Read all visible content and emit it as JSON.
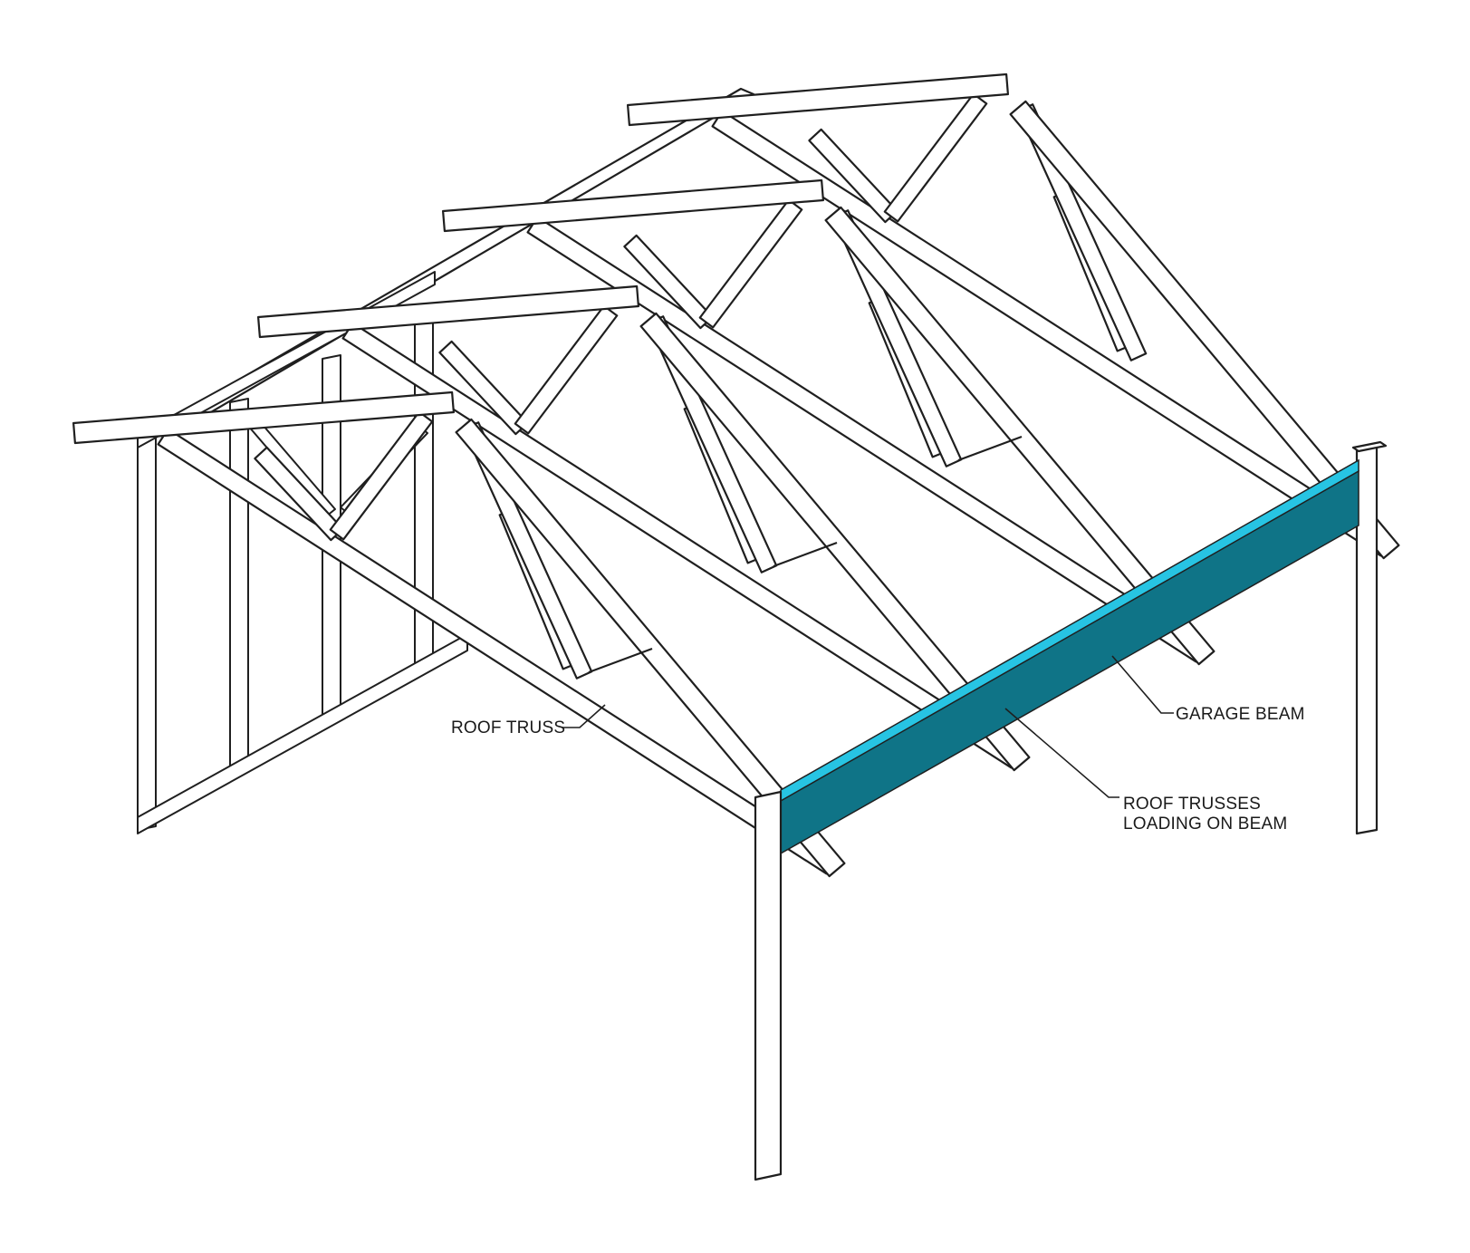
{
  "labels": {
    "roof_truss": "ROOF TRUSS",
    "garage_beam": "GARAGE BEAM",
    "roof_trusses_loading_line1": "ROOF TRUSSES",
    "roof_trusses_loading_line2": "LOADING ON BEAM"
  },
  "colors": {
    "beam_face": "#0f7487",
    "beam_top": "#27c4e3",
    "line": "#1f1f1f",
    "background": "#ffffff"
  },
  "truss_count": 4
}
